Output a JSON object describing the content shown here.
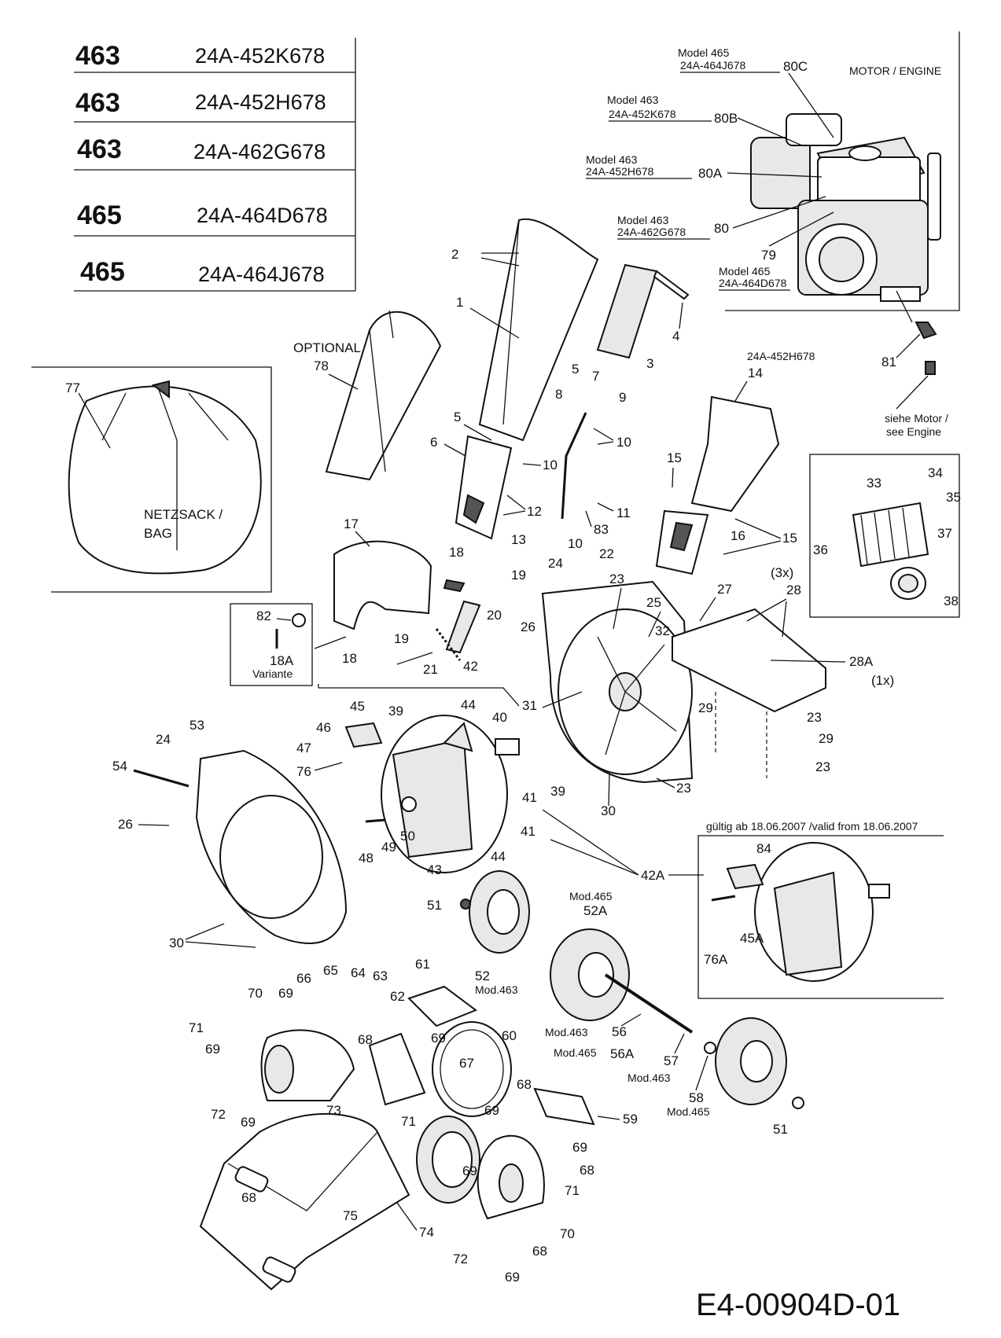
{
  "model_table": [
    {
      "model": "463",
      "code": "24A-452K678"
    },
    {
      "model": "463",
      "code": "24A-452H678"
    },
    {
      "model": "463",
      "code": "24A-462G678"
    },
    {
      "model": "465",
      "code": "24A-464D678"
    },
    {
      "model": "465",
      "code": "24A-464J678"
    }
  ],
  "engine_callouts": [
    {
      "model": "Model  465",
      "code": "24A-464J678",
      "part": "80C"
    },
    {
      "model": "Model  463",
      "code": "24A-452K678",
      "part": "80B"
    },
    {
      "model": "Model  463",
      "code": "24A-452H678",
      "part": "80A"
    },
    {
      "model": "Model  463",
      "code": "24A-462G678",
      "part": "80"
    },
    {
      "model": "Model  465",
      "code": "24A-464D678",
      "part": "79"
    }
  ],
  "texts": {
    "engine_title": "MOTOR / ENGINE",
    "optional": "OPTIONAL",
    "bag_de": "NETZSACK /",
    "bag_en": "BAG",
    "hopper_variant": "24A-452H678",
    "see_engine_de": "siehe Motor /",
    "see_engine_en": "see Engine",
    "variante": "Variante",
    "valid_from": "gültig ab 18.06.2007 /valid from 18.06.2007",
    "qty_3x": "(3x)",
    "qty_1x": "(1x)",
    "mod463_a": "Mod.463",
    "mod465_a": "Mod.465",
    "mod463_b": "Mod.463",
    "mod465_b": "Mod.465",
    "mod463_c": "Mod.463",
    "mod465_c": "Mod.465",
    "footer_code": "E4-00904D-01"
  },
  "part_numbers": {
    "p1": "1",
    "p2": "2",
    "p3": "3",
    "p4": "4",
    "p5a": "5",
    "p5b": "5",
    "p6": "6",
    "p7": "7",
    "p8": "8",
    "p9": "9",
    "p10a": "10",
    "p10b": "10",
    "p10c": "10",
    "p11": "11",
    "p12": "12",
    "p13": "13",
    "p14": "14",
    "p15a": "15",
    "p15b": "15",
    "p16": "16",
    "p17": "17",
    "p18a": "18",
    "p18b": "18",
    "p18A": "18A",
    "p19a": "19",
    "p19b": "19",
    "p20": "20",
    "p21": "21",
    "p22": "22",
    "p23a": "23",
    "p23b": "23",
    "p23c": "23",
    "p23d": "23",
    "p24a": "24",
    "p24b": "24",
    "p25": "25",
    "p26a": "26",
    "p26b": "26",
    "p27": "27",
    "p28": "28",
    "p28A": "28A",
    "p29a": "29",
    "p29b": "29",
    "p30a": "30",
    "p30b": "30",
    "p31": "31",
    "p32": "32",
    "p33": "33",
    "p34": "34",
    "p35": "35",
    "p36": "36",
    "p37": "37",
    "p38": "38",
    "p39a": "39",
    "p39b": "39",
    "p40": "40",
    "p41a": "41",
    "p41b": "41",
    "p42": "42",
    "p42A": "42A",
    "p43": "43",
    "p44a": "44",
    "p44b": "44",
    "p45": "45",
    "p45A": "45A",
    "p46": "46",
    "p47": "47",
    "p48": "48",
    "p49": "49",
    "p50": "50",
    "p51a": "51",
    "p51b": "51",
    "p52": "52",
    "p52A": "52A",
    "p53": "53",
    "p54": "54",
    "p56": "56",
    "p56A": "56A",
    "p57": "57",
    "p58": "58",
    "p59": "59",
    "p60": "60",
    "p61": "61",
    "p62": "62",
    "p63": "63",
    "p64": "64",
    "p65": "65",
    "p66": "66",
    "p67": "67",
    "p68a": "68",
    "p68b": "68",
    "p68c": "68",
    "p68d": "68",
    "p68e": "68",
    "p69a": "69",
    "p69b": "69",
    "p69c": "69",
    "p69d": "69",
    "p69e": "69",
    "p69f": "69",
    "p69g": "69",
    "p69h": "69",
    "p70a": "70",
    "p70b": "70",
    "p71a": "71",
    "p71b": "71",
    "p71c": "71",
    "p72a": "72",
    "p72b": "72",
    "p73": "73",
    "p74": "74",
    "p75": "75",
    "p76": "76",
    "p76A": "76A",
    "p77": "77",
    "p78": "78",
    "p81": "81",
    "p82": "82",
    "p83": "83",
    "p84": "84"
  }
}
